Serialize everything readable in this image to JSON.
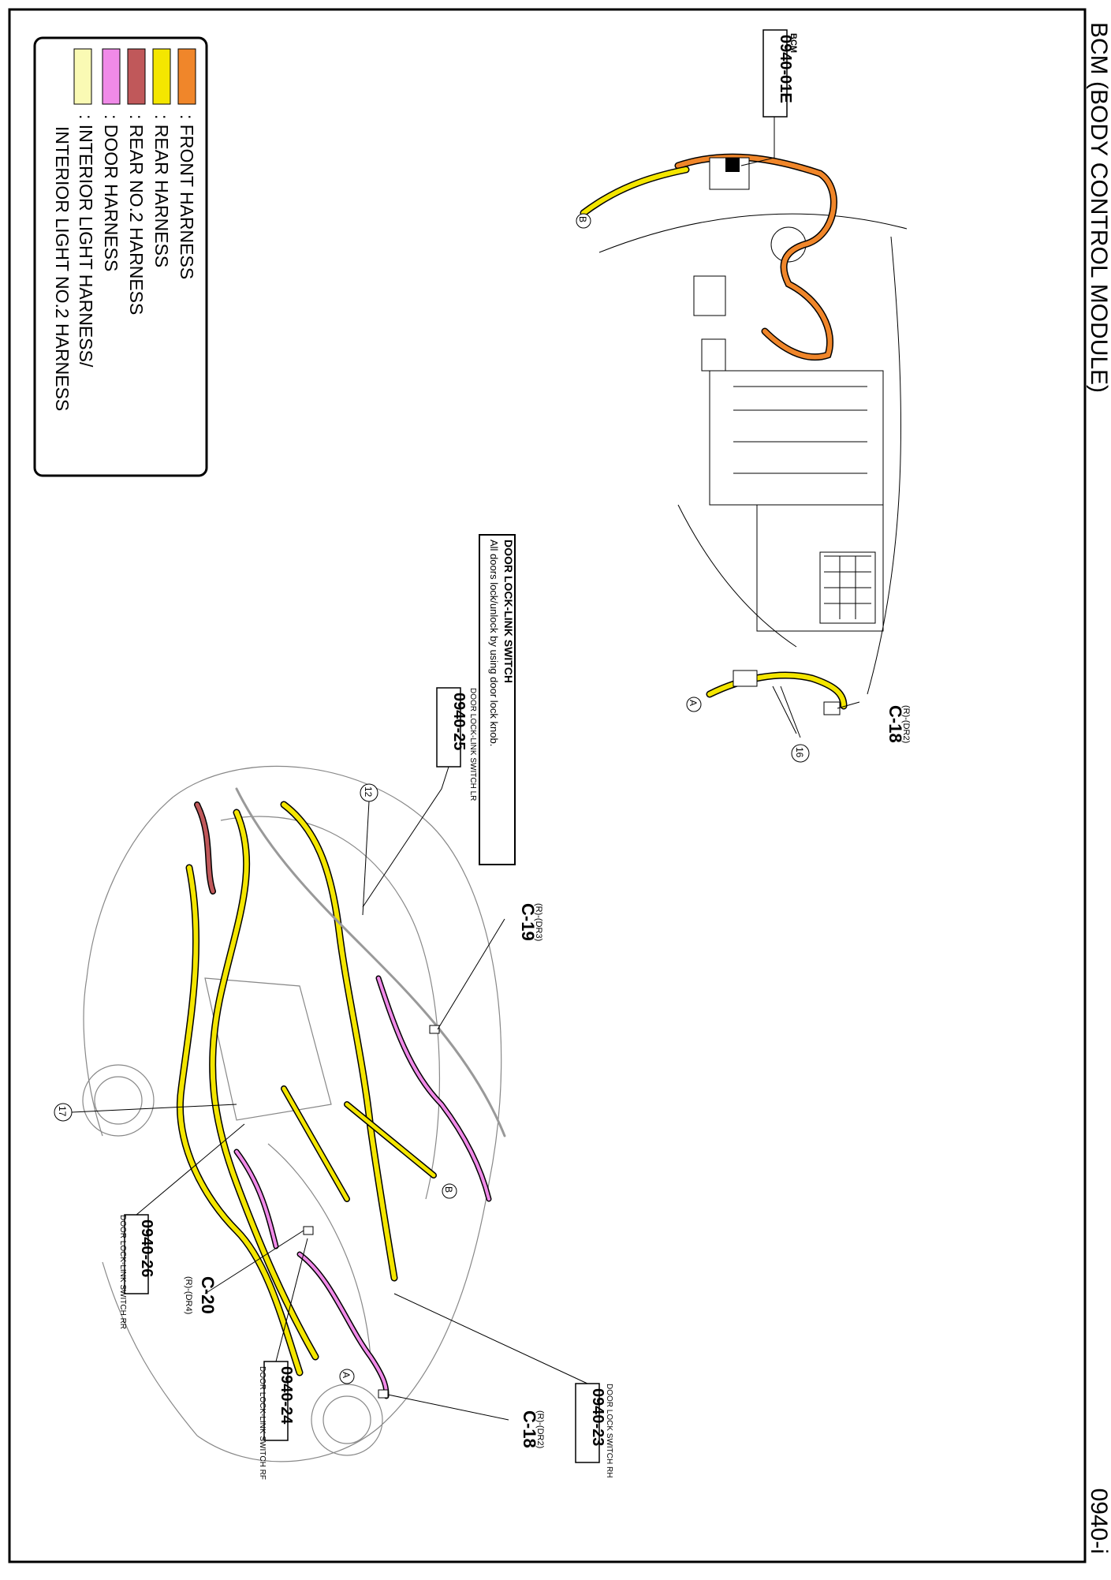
{
  "page": {
    "title": "BCM (BODY CONTROL MODULE)",
    "code": "0940-i"
  },
  "legend": [
    {
      "color": "#f0862a",
      "label": ": FRONT HARNESS"
    },
    {
      "color": "#f4e600",
      "label": ": REAR HARNESS"
    },
    {
      "color": "#c0585a",
      "label": ": REAR NO.2 HARNESS"
    },
    {
      "color": "#f08ae8",
      "label": ": DOOR HARNESS"
    },
    {
      "color": "#fafab4",
      "label": ": INTERIOR LIGHT HARNESS/"
    },
    {
      "color": "",
      "label": "INTERIOR LIGHT NO.2 HARNESS"
    }
  ],
  "upper": {
    "bcm_label": "BCM",
    "bcm_ref": "0940-01E",
    "marker_b": "B",
    "marker_a": "A",
    "marker_16": "16",
    "c18_code": "C-18",
    "c18_sub": "(R)-(DR2)"
  },
  "info": {
    "title": "DOOR LOCK-LINK SWITCH",
    "line1": "All doors lock/unlock by using door lock knob."
  },
  "lower": {
    "lr_label": "DOOR LOCK-LINK SWITCH LR",
    "lr_ref": "0940-25",
    "c19_code": "C-19",
    "c19_sub": "(R)-(DR3)",
    "marker_12": "12",
    "marker_17": "17",
    "marker_b": "B",
    "marker_a": "A",
    "rr_ref": "0940-26",
    "rr_label": "DOOR LOCK-LINK SWITCH RR",
    "c20_code": "C-20",
    "c20_sub": "(R)-(DR4)",
    "rf_ref": "0940-24",
    "rf_label": "DOOR LOCK-LINK SWITCH RF",
    "rh_label": "DOOR LOCK SWITCH RH",
    "rh_ref": "0940-23",
    "c18_code": "C-18",
    "c18_sub": "(R)-(DR2)"
  }
}
